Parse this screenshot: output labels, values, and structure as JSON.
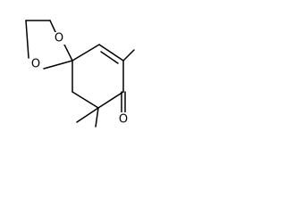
{
  "molecule": {
    "atoms": {
      "oxygen_upper_ring": "O",
      "oxygen_lower_ring": "O",
      "oxygen_ketone": "O"
    },
    "colors": {
      "bond": "#000000",
      "label": "#000000",
      "background": "#ffffff"
    }
  }
}
